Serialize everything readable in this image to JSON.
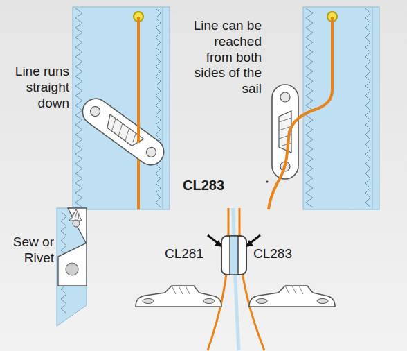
{
  "diagram": {
    "labels": [
      "Line runs straight down",
      "Line can be reached from both sides of the sail",
      "CL283",
      "Sew or Rivet",
      "CL281",
      "CL283"
    ]
  }
}
